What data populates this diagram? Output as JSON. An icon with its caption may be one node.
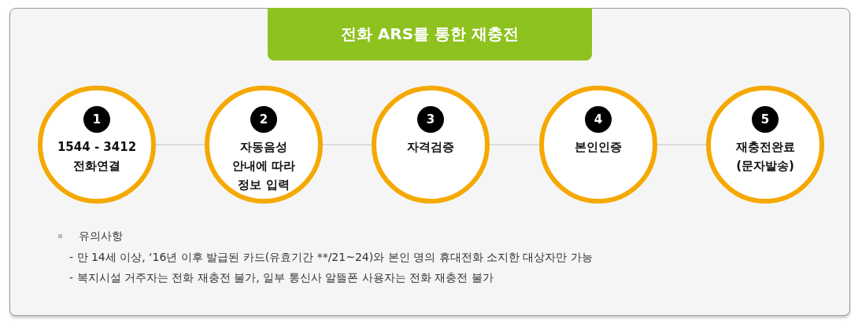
{
  "diagram": {
    "title": "전화 ARS를 통한 재충전",
    "nodes": [
      {
        "text": [
          "1",
          "1544 - 3412 전화연결"
        ]
      },
      {
        "text": [
          "2",
          "자동음성 안내에 따라 정보 입력"
        ]
      },
      {
        "text": [
          "3",
          "자격검증"
        ]
      },
      {
        "text": [
          "4",
          "본인인증"
        ]
      },
      {
        "text": [
          "5",
          "재충전완료 (문자발송)"
        ]
      }
    ],
    "edges": [
      {
        "from": 0,
        "to": 1,
        "arrow": "none"
      },
      {
        "from": 1,
        "to": 2,
        "arrow": "none"
      },
      {
        "from": 2,
        "to": 3,
        "arrow": "none"
      },
      {
        "from": 3,
        "to": 4,
        "arrow": "none"
      }
    ],
    "labels": [
      "유의사항",
      "- 만 14세 이상, ‘16년 이후 발급된 카드(유효기간 **/21~24)와 본인 명의 휴대전화 소지한 대상자만 가능",
      "- 복지시설 거주자는 전화 재충전 불가, 일부 통신사 알뜰폰 사용자는 전화 재충전 불가"
    ]
  }
}
